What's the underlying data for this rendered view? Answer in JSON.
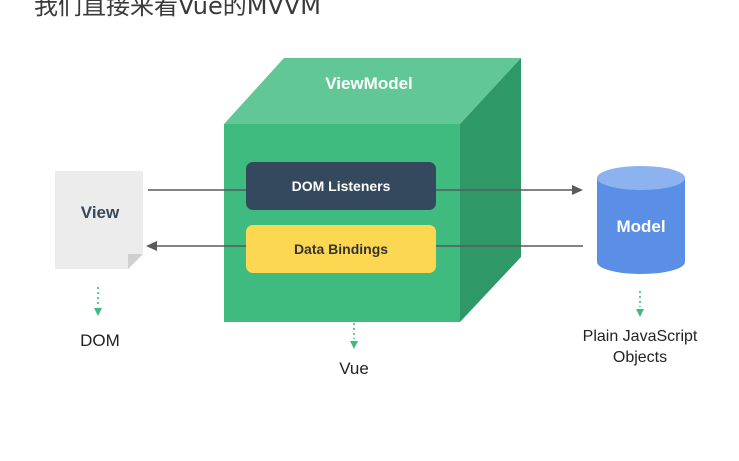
{
  "header": {
    "caption": "我们直接来看Vue的MVVM"
  },
  "diagram": {
    "viewmodel_title": "ViewModel",
    "dom_listeners": "DOM Listeners",
    "data_bindings": "Data Bindings",
    "view_label": "View",
    "model_label": "Model",
    "dom_caption": "DOM",
    "vue_caption": "Vue",
    "model_caption_line1": "Plain JavaScript",
    "model_caption_line2": "Objects"
  },
  "colors": {
    "cube_front": "#3fbb7f",
    "cube_top": "#62c796",
    "cube_side": "#2e9866",
    "listeners": "#34495e",
    "bindings": "#fcd752",
    "model_body": "#5b8fe6",
    "model_top": "#8cb2f0",
    "view_doc": "#ececec",
    "arrow_gray": "#5a5a5a",
    "arrow_green": "#3fbb7f"
  }
}
